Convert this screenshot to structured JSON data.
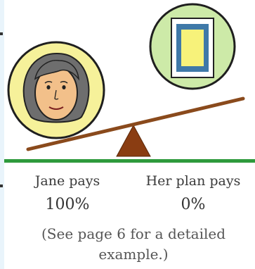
{
  "jane": {
    "label": "Jane pays",
    "value": "100%"
  },
  "plan": {
    "label": "Her plan pays",
    "value": "0%"
  },
  "note": "(See page 6 for a detailed example.)",
  "colors": {
    "ground": "#2e9a3c",
    "beam": "#8a4a1c",
    "fulcrum": "#8a3d12",
    "jane_circle": "#f6f19a",
    "plan_circle": "#cdeaa8",
    "sidebar": "#e9f4fb"
  },
  "icons": {
    "person": "person-portrait-icon",
    "plan_card": "plan-card-icon"
  }
}
